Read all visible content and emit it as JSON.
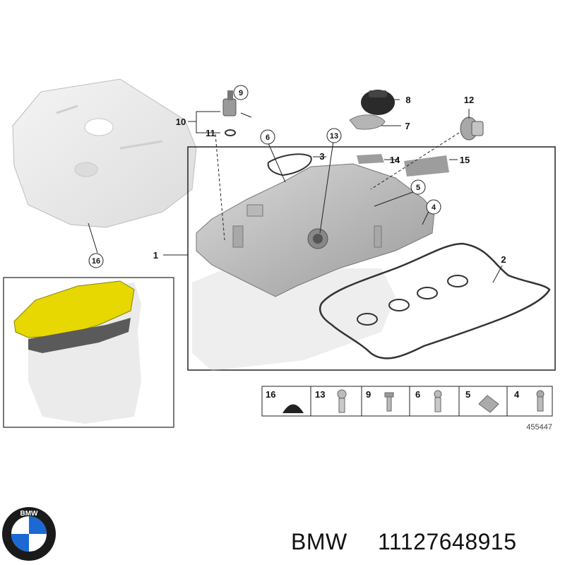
{
  "callouts": {
    "c1": "1",
    "c2": "2",
    "c3": "3",
    "c4": "4",
    "c5": "5",
    "c6": "6",
    "c7": "7",
    "c8": "8",
    "c9": "9",
    "c10": "10",
    "c11": "11",
    "c12": "12",
    "c13": "13",
    "c14": "14",
    "c15": "15",
    "c16": "16"
  },
  "legend": {
    "items": [
      "16",
      "13",
      "9",
      "6",
      "5",
      "4"
    ]
  },
  "diagram_ref": "455447",
  "footer": {
    "brand": "BMW",
    "part_number": "11127648915"
  },
  "logo": {
    "ring_text": "BMW",
    "colors": {
      "ring": "#1a1a1a",
      "blue": "#1c69d4",
      "white": "#ffffff"
    }
  }
}
